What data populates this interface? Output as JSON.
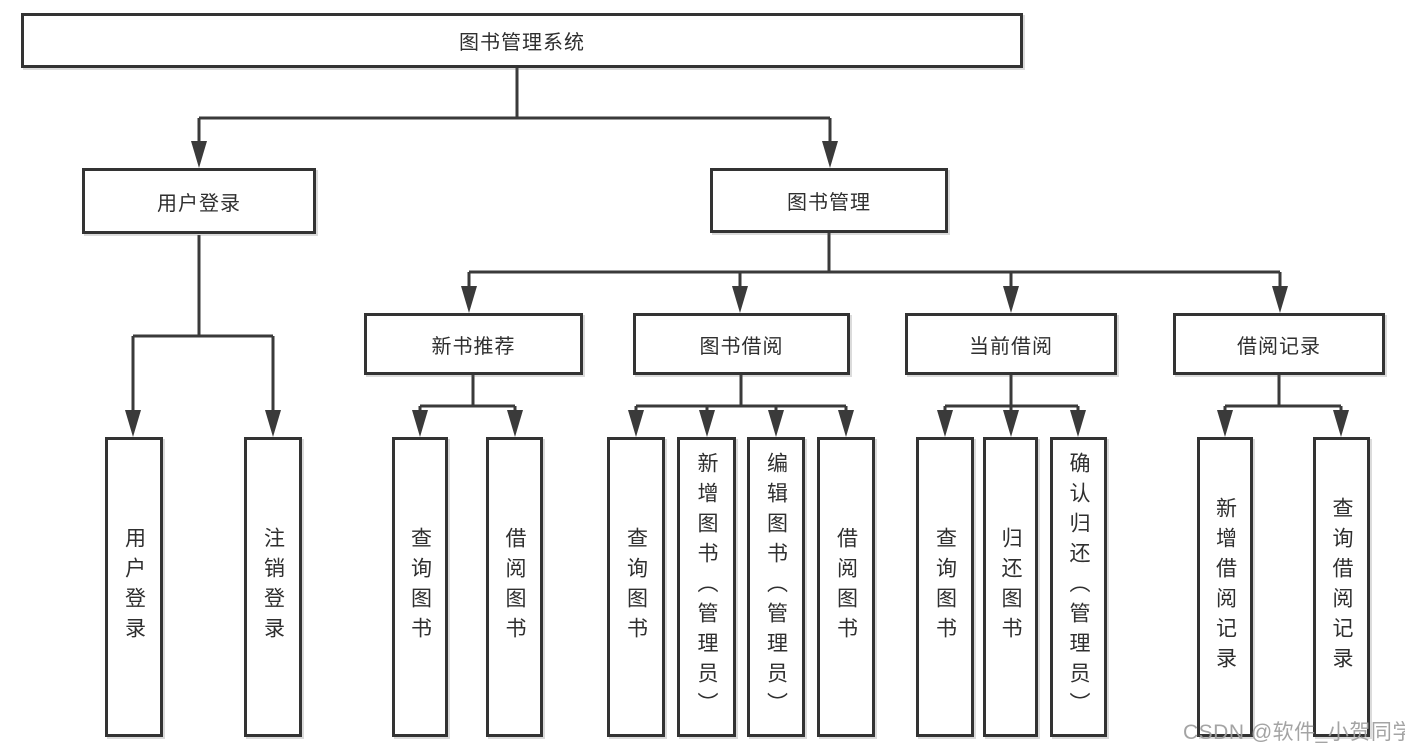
{
  "colors": {
    "line": "#3a3a3a",
    "border": "#333333",
    "text": "#2f2f2f",
    "watermark": "#a0a0a0",
    "background": "#ffffff"
  },
  "watermark": {
    "text": "CSDN @软件_小贺同学"
  },
  "tree": {
    "root": {
      "label": "图书管理系统"
    },
    "branches": [
      {
        "label": "用户登录",
        "children": [
          {
            "label": "用户登录"
          },
          {
            "label": "注销登录"
          }
        ]
      },
      {
        "label": "图书管理",
        "children": [
          {
            "label": "新书推荐",
            "children": [
              {
                "label": "查询图书"
              },
              {
                "label": "借阅图书"
              }
            ]
          },
          {
            "label": "图书借阅",
            "children": [
              {
                "label": "查询图书"
              },
              {
                "label": "新增图书（管理员）"
              },
              {
                "label": "编辑图书（管理员）"
              },
              {
                "label": "借阅图书"
              }
            ]
          },
          {
            "label": "当前借阅",
            "children": [
              {
                "label": "查询图书"
              },
              {
                "label": "归还图书"
              },
              {
                "label": "确认归还（管理员）"
              }
            ]
          },
          {
            "label": "借阅记录",
            "children": [
              {
                "label": "新增借阅记录"
              },
              {
                "label": "查询借阅记录"
              }
            ]
          }
        ]
      }
    ]
  }
}
